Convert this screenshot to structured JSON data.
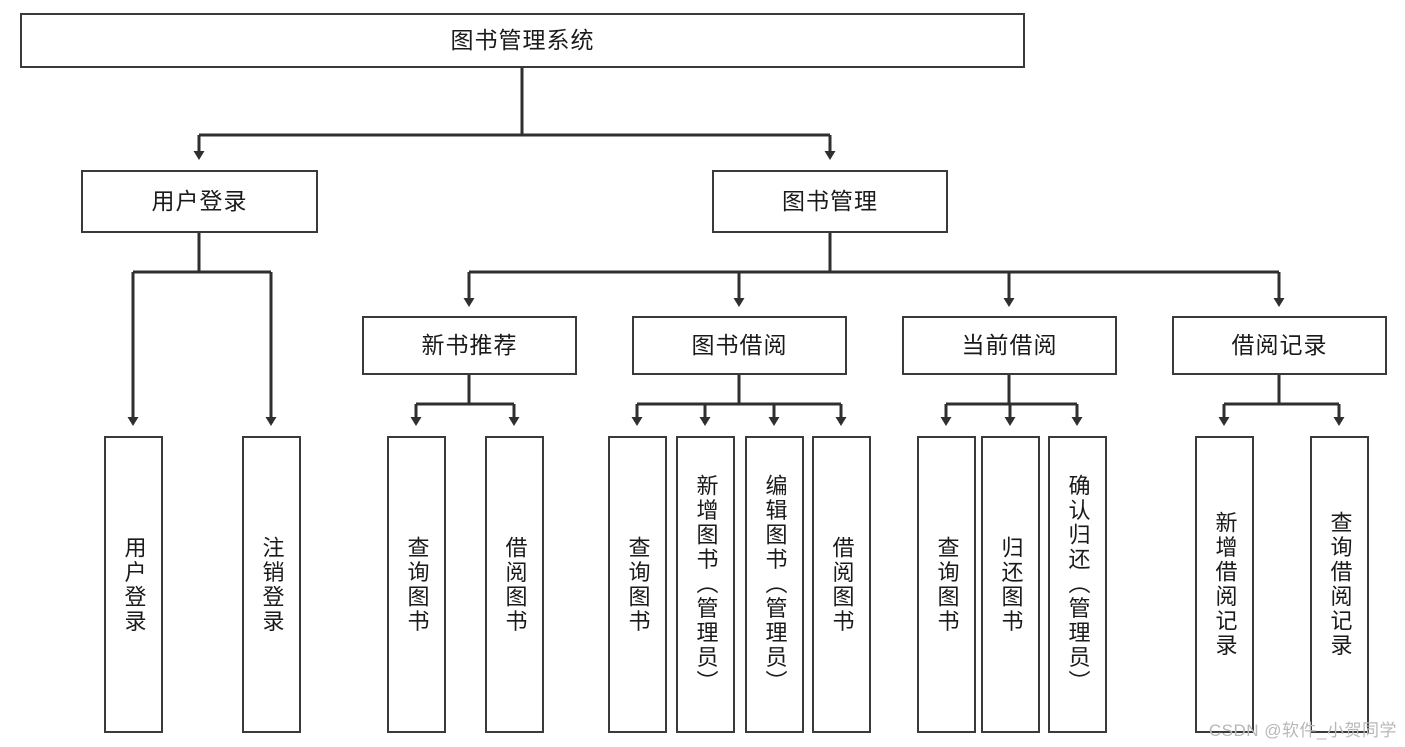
{
  "diagram": {
    "type": "tree-hierarchy",
    "title": "图书管理系统",
    "watermark": "CSDN @软件_小贺同学",
    "colors": {
      "box_border": "#3a3a3a",
      "box_fill": "#ffffff",
      "connector": "#2f2f2f",
      "text": "#1a1a1a",
      "watermark": "#b8b8b8",
      "background": "#ffffff"
    },
    "nodes": {
      "root": {
        "label": "图书管理系统",
        "orientation": "horizontal"
      },
      "level2": [
        {
          "id": "user-login",
          "label": "用户登录",
          "orientation": "horizontal"
        },
        {
          "id": "book-management",
          "label": "图书管理",
          "orientation": "horizontal"
        }
      ],
      "level3": [
        {
          "id": "new-book-recommend",
          "label": "新书推荐",
          "orientation": "horizontal"
        },
        {
          "id": "book-borrow",
          "label": "图书借阅",
          "orientation": "horizontal"
        },
        {
          "id": "current-borrow",
          "label": "当前借阅",
          "orientation": "horizontal"
        },
        {
          "id": "borrow-record",
          "label": "借阅记录",
          "orientation": "horizontal"
        }
      ],
      "leaves": [
        {
          "id": "leaf-user-login",
          "label": "用户登录",
          "orientation": "vertical",
          "parent": "user-login"
        },
        {
          "id": "leaf-logout-login",
          "label": "注销登录",
          "orientation": "vertical",
          "parent": "user-login"
        },
        {
          "id": "leaf-query-book-1",
          "label": "查询图书",
          "orientation": "vertical",
          "parent": "new-book-recommend"
        },
        {
          "id": "leaf-borrow-book-1",
          "label": "借阅图书",
          "orientation": "vertical",
          "parent": "new-book-recommend"
        },
        {
          "id": "leaf-query-book-2",
          "label": "查询图书",
          "orientation": "vertical",
          "parent": "book-borrow"
        },
        {
          "id": "leaf-add-book-admin",
          "label": "新增图书（管理员）",
          "orientation": "vertical",
          "parent": "book-borrow"
        },
        {
          "id": "leaf-edit-book-admin",
          "label": "编辑图书（管理员）",
          "orientation": "vertical",
          "parent": "book-borrow"
        },
        {
          "id": "leaf-borrow-book-2",
          "label": "借阅图书",
          "orientation": "vertical",
          "parent": "book-borrow"
        },
        {
          "id": "leaf-query-book-3",
          "label": "查询图书",
          "orientation": "vertical",
          "parent": "current-borrow"
        },
        {
          "id": "leaf-return-book",
          "label": "归还图书",
          "orientation": "vertical",
          "parent": "current-borrow"
        },
        {
          "id": "leaf-confirm-return-admin",
          "label": "确认归还（管理员）",
          "orientation": "vertical",
          "parent": "current-borrow"
        },
        {
          "id": "leaf-add-borrow-record",
          "label": "新增借阅记录",
          "orientation": "vertical",
          "parent": "borrow-record"
        },
        {
          "id": "leaf-query-borrow-record",
          "label": "查询借阅记录",
          "orientation": "vertical",
          "parent": "borrow-record"
        }
      ]
    }
  }
}
